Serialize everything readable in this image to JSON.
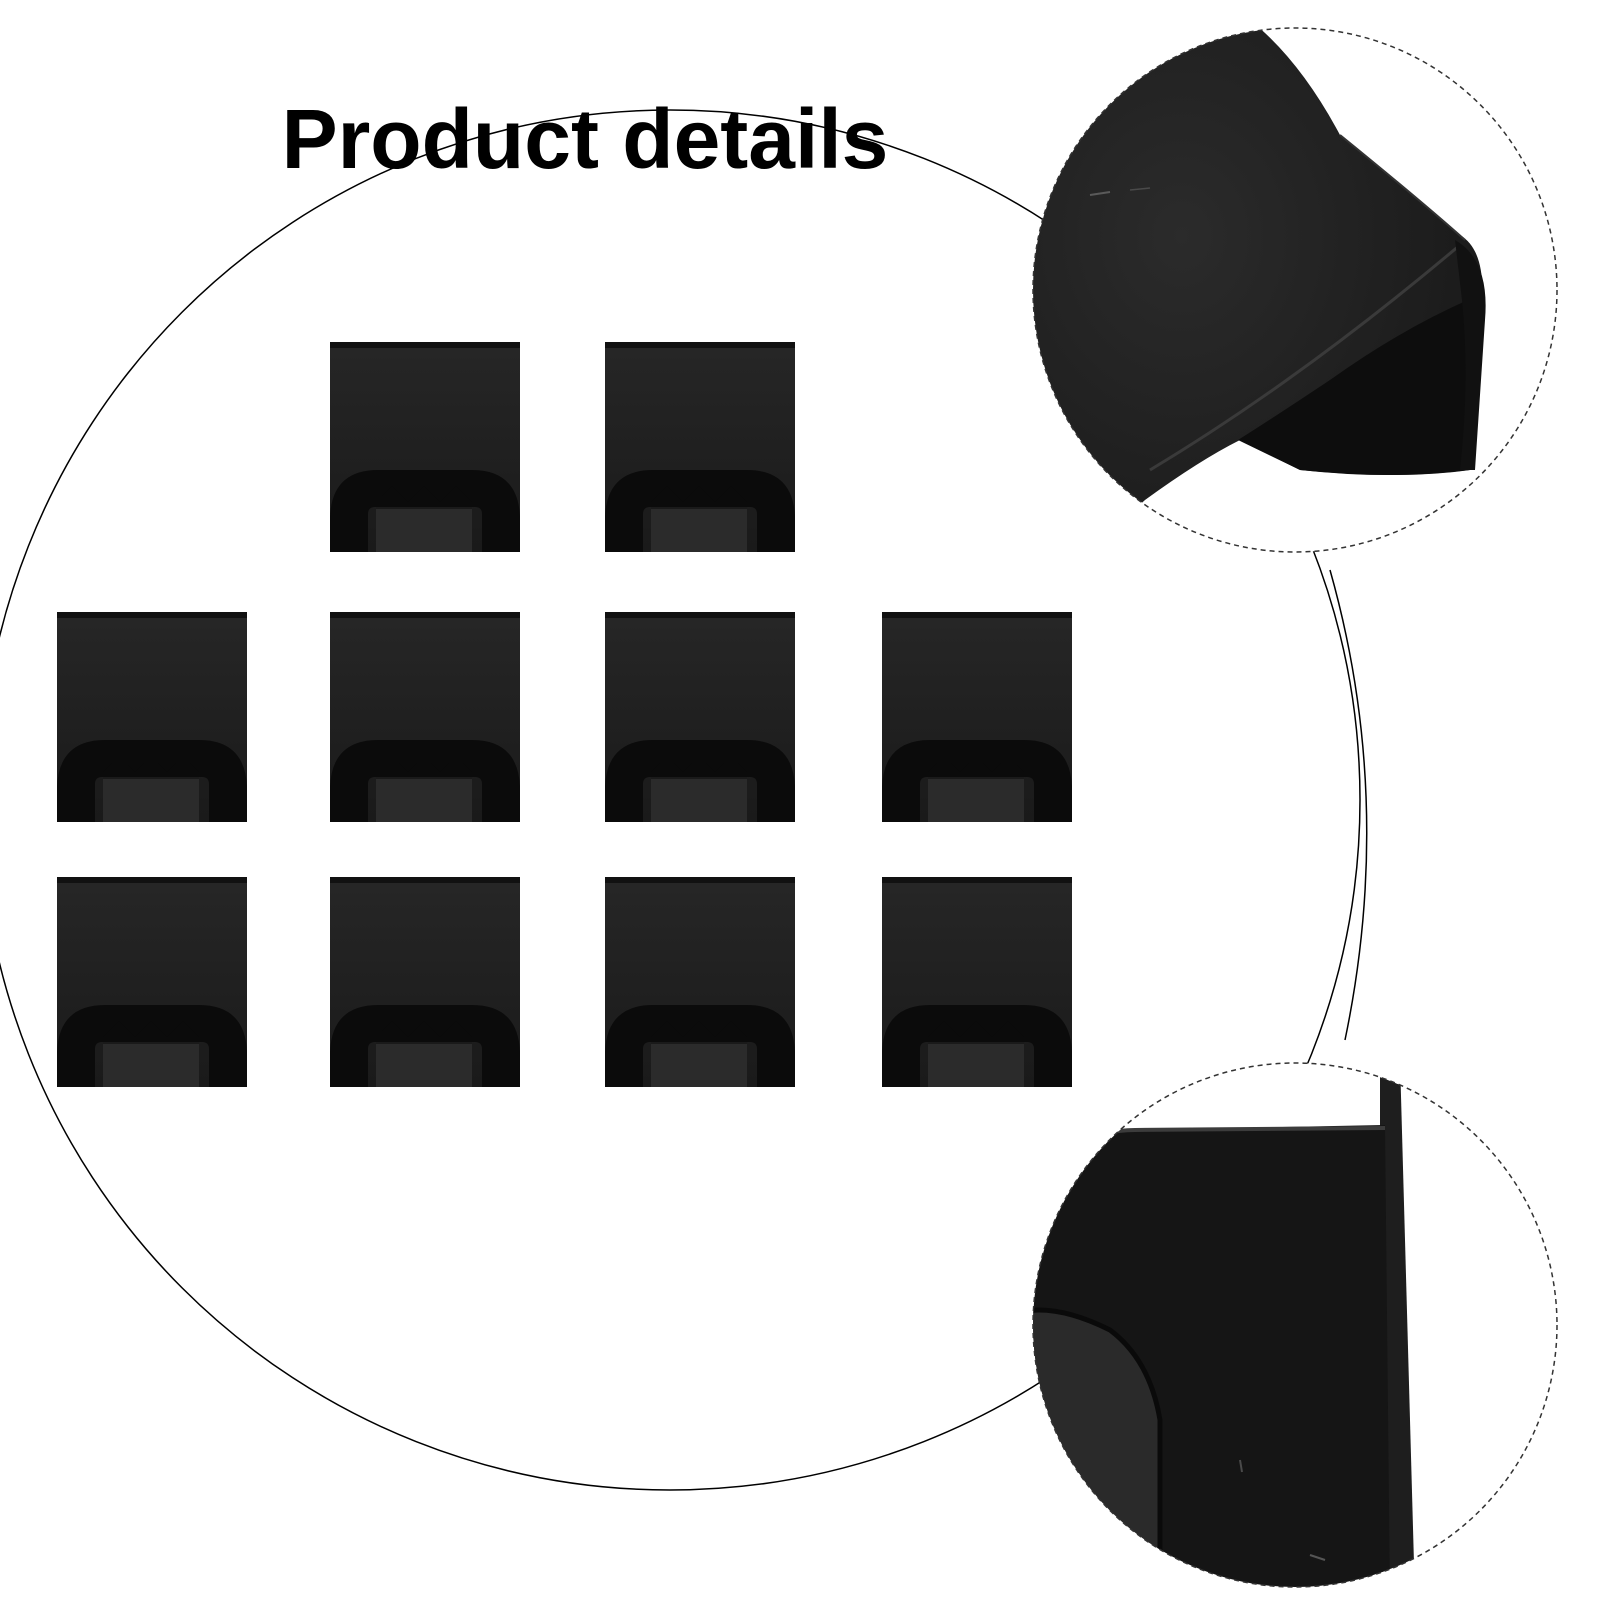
{
  "title": "Product details",
  "product": {
    "name_icon": "black-wall-hook-icon",
    "rows": [
      2,
      4,
      4
    ],
    "total_pieces": 10
  },
  "zoom_views": [
    "hook-top-closeup",
    "hook-side-closeup"
  ],
  "colors": {
    "background": "#ffffff",
    "product": "#1c1c1c",
    "product_dark": "#0c0c0c",
    "product_light": "#2a2a2a",
    "outline": "#000000"
  }
}
